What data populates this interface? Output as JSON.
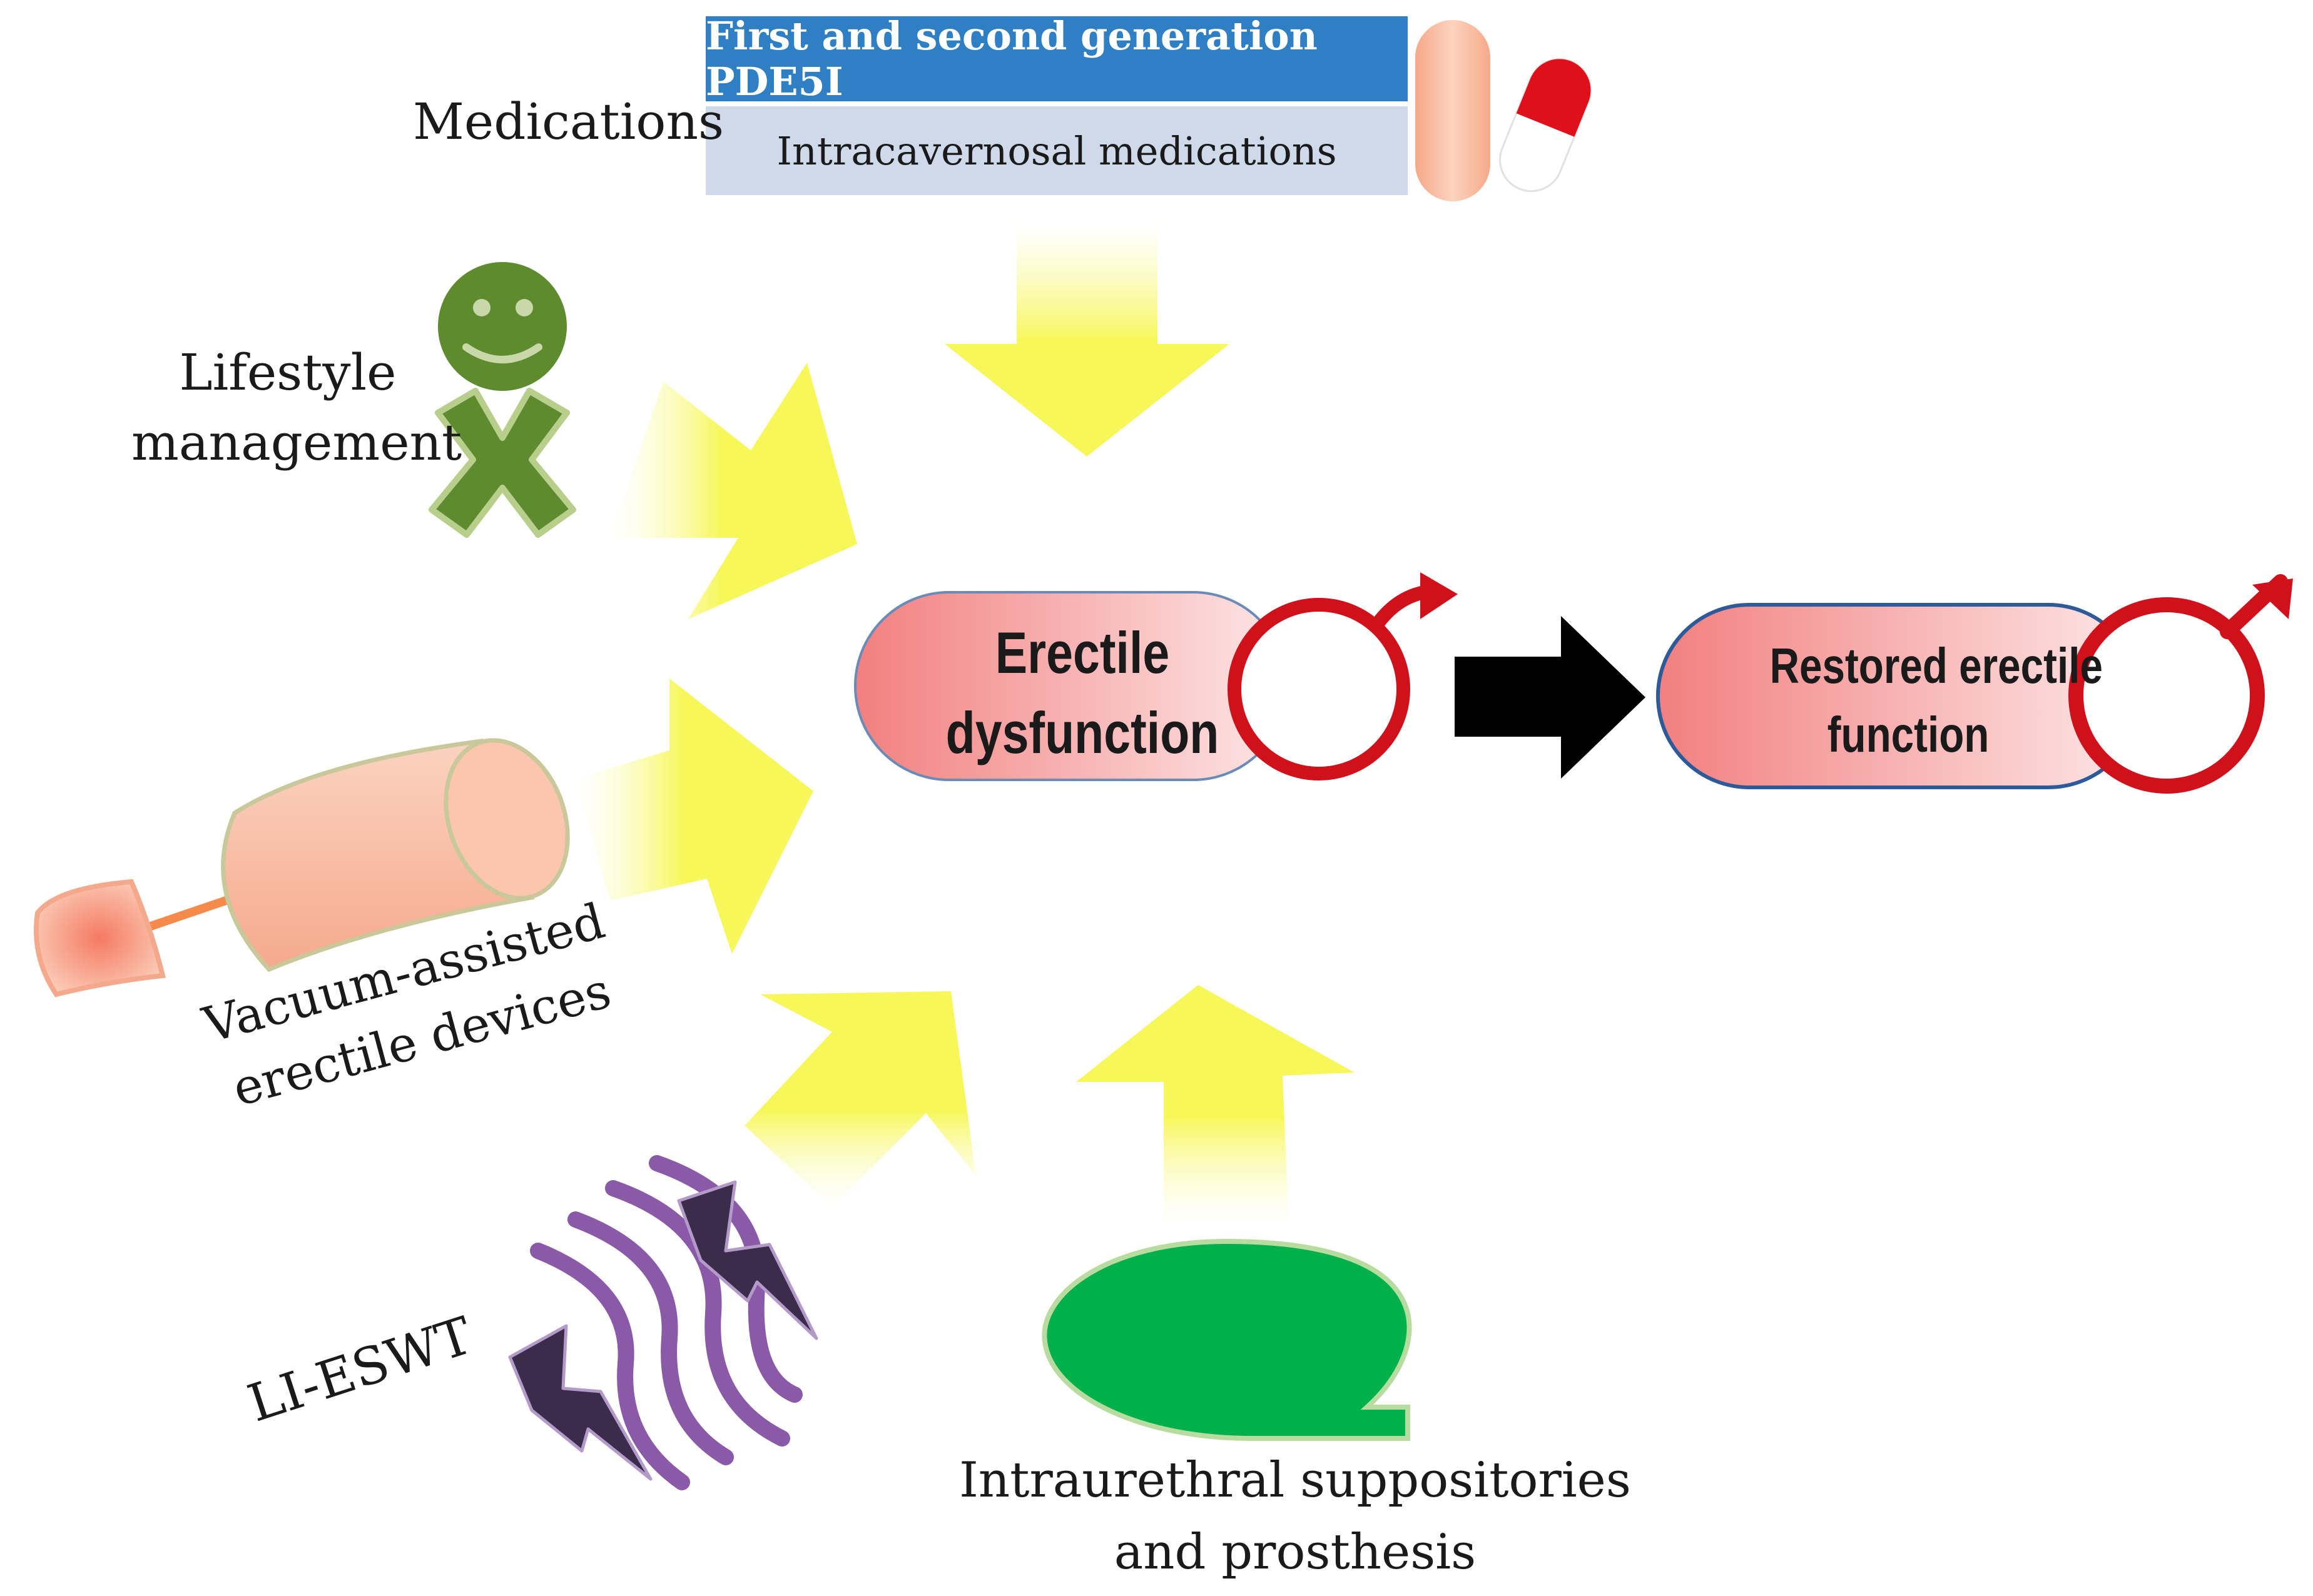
{
  "medications": {
    "label": "Medications",
    "row1": "First and second  generation PDE5I",
    "row2": "Intracavernosal medications"
  },
  "lifestyle": {
    "line1": "Lifestyle",
    "line2": "management"
  },
  "vacuum": {
    "line1": "Vacuum-assisted",
    "line2": "erectile devices"
  },
  "lieswt": {
    "label": "LI-ESWT"
  },
  "intraurethral": {
    "line1": "Intraurethral suppositories",
    "line2": "and prosthesis"
  },
  "center_node": {
    "line1": "Erectile",
    "line2": "dysfunction"
  },
  "result_node": {
    "line1": "Restored erectile",
    "line2": "function"
  },
  "colors": {
    "arrow_yellow": "#f7f75a",
    "pill_pink": "#f28b8b",
    "male_symbol_red": "#d0101a",
    "pde5i_blue": "#2e7fc3",
    "intracav_lightblue": "#ced9ea",
    "lifestyle_green": "#5f8b2f",
    "prosthesis_green": "#00b04a",
    "lieswt_purple": "#8a5aa8",
    "bolt_dark": "#3a2c4a",
    "vacuum_peach": "#f7b8a0"
  },
  "icons": [
    "pill-icon",
    "capsule-icon",
    "smiley-person-icon",
    "vacuum-device-icon",
    "shockwave-icon",
    "lightning-bolt-icon",
    "prosthesis-icon",
    "male-symbol-icon",
    "black-arrow-icon"
  ]
}
